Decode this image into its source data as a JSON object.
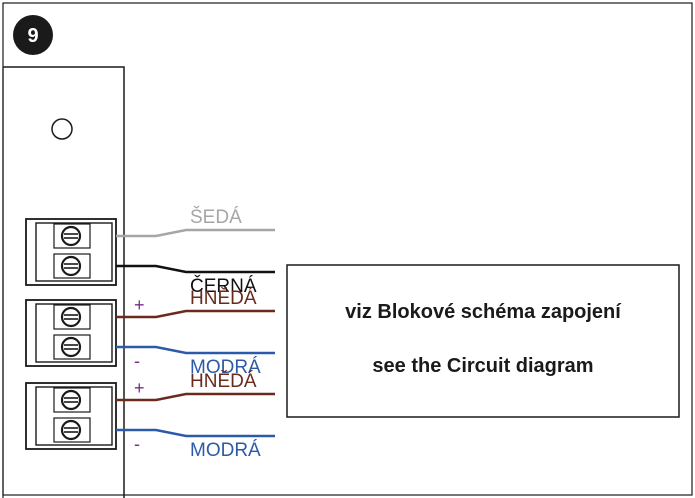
{
  "step": {
    "number": "9"
  },
  "colors": {
    "grey": "#a6a6a6",
    "black": "#111111",
    "brown": "#6b2a1e",
    "blue": "#2d5aa8",
    "plus_minus": "#7a2a8a"
  },
  "terminals": [
    {
      "wires": [
        {
          "label": "ŠEDÁ",
          "color": "grey"
        },
        {
          "label": "ČERNÁ",
          "color": "black"
        }
      ],
      "signs": [
        "",
        ""
      ]
    },
    {
      "wires": [
        {
          "label": "HNĚDÁ",
          "color": "brown"
        },
        {
          "label": "MODRÁ",
          "color": "blue"
        }
      ],
      "signs": [
        "+",
        "-"
      ]
    },
    {
      "wires": [
        {
          "label": "HNĚDÁ",
          "color": "brown"
        },
        {
          "label": "MODRÁ",
          "color": "blue"
        }
      ],
      "signs": [
        "+",
        "-"
      ]
    }
  ],
  "reference_box": {
    "line1": "viz Blokové schéma zapojení",
    "line2": "see the Circuit diagram"
  }
}
